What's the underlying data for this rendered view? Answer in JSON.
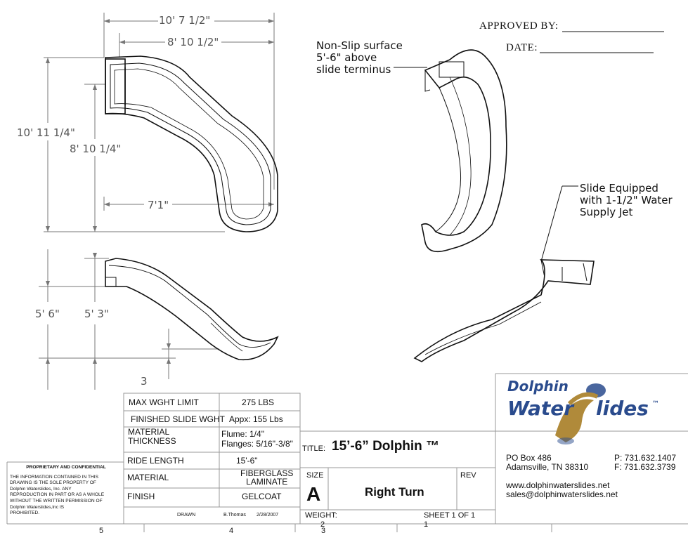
{
  "dimensions": {
    "top_overall_width": "10' 7 1/2\"",
    "top_inner_width": "8' 10 1/2\"",
    "top_overall_height": "10' 11 1/4\"",
    "top_inner_height": "8' 10 1/4\"",
    "top_exit_width": "7'1\"",
    "side_height_a": "5' 6\"",
    "side_height_b": "5' 3\"",
    "exit_height": "3"
  },
  "callouts": {
    "nonslip_line1": "Non-Slip surface",
    "nonslip_line2": "5'-6\" above",
    "nonslip_line3": "slide terminus",
    "jet_line1": "Slide Equipped",
    "jet_line2": "with 1-1/2\" Water",
    "jet_line3": "Supply Jet"
  },
  "approval": {
    "approved_by": "APPROVED BY:",
    "date": "DATE:"
  },
  "specs": [
    {
      "label": "MAX WGHT LIMIT",
      "value": "275 LBS"
    },
    {
      "label": "FINISHED SLIDE WGHT",
      "value": "Appx:  155 Lbs"
    },
    {
      "label": "MATERIAL THICKNESS",
      "value_line1": "Flume:  1/4\"",
      "value_line2": "Flanges: 5/16\"-3/8\""
    },
    {
      "label": "RIDE LENGTH",
      "value": "15'-6\""
    },
    {
      "label": "MATERIAL",
      "value_line1": "FIBERGLASS",
      "value_line2": "LAMINATE"
    },
    {
      "label": "FINISH",
      "value": "GELCOAT"
    }
  ],
  "spec_labels": {
    "material_thickness_l1": "MATERIAL",
    "material_thickness_l2": "THICKNESS"
  },
  "proprietary": {
    "heading": "PROPRIETARY AND CONFIDENTIAL",
    "body_lines": [
      "THE INFORMATION CONTAINED IN THIS",
      "DRAWING IS THE SOLE PROPERTY OF",
      "Dolphin Waterslides, Inc.  ANY",
      "REPRODUCTION IN PART OR AS A WHOLE",
      "WITHOUT THE WRITTEN PERMISSION OF",
      "Dolphin Waterslides,Inc IS",
      "PROHIBITED."
    ]
  },
  "title_block": {
    "title_label": "TITLE:",
    "title": "15’-6” Dolphin ™",
    "size_label": "SIZE",
    "size": "A",
    "description": "Right Turn",
    "rev_label": "REV",
    "weight_label": "WEIGHT:",
    "sheet": "SHEET 1 OF 1",
    "drawn_label": "DRAWN",
    "drawn_by": "B.Thomas",
    "drawn_date": "2/28/2007"
  },
  "company": {
    "logo_word1": "Dolphin",
    "logo_word2": "Water",
    "logo_word3": "lides",
    "logo_tm": "™",
    "address_line1": "PO Box 486",
    "address_line2": "Adamsville, TN 38310",
    "phone": "P: 731.632.1407",
    "fax": "F: 731.632.3739",
    "website": "www.dolphinwaterslides.net",
    "email": "sales@dolphinwaterslides.net"
  },
  "zone_numbers": [
    "5",
    "4",
    "3",
    "2",
    "1"
  ],
  "colors": {
    "line": "#111111",
    "dimension": "#777777",
    "logo_blue": "#2a4b8d",
    "logo_gold": "#b08a3a"
  }
}
